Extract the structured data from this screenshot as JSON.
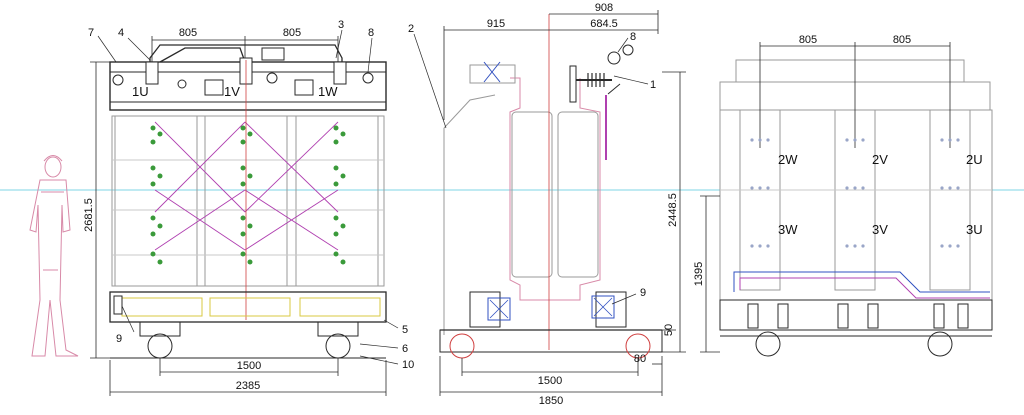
{
  "front_view": {
    "dims": {
      "top_span_left": "805",
      "top_span_right": "805",
      "height": "2681.5",
      "wheel_base": "1500",
      "overall_width": "2385"
    },
    "callouts": [
      "7",
      "4",
      "3",
      "8",
      "9",
      "5",
      "6",
      "10"
    ],
    "terminals": [
      "1U",
      "1V",
      "1W"
    ]
  },
  "side_view": {
    "dims": {
      "top_left": "915",
      "top_overall": "908",
      "top_right": "684.5",
      "height": "2448.5",
      "base_offset": "50",
      "wheel_offset": "80",
      "wheel_base": "1500",
      "overall_length": "1850"
    },
    "callouts": [
      "2",
      "8",
      "1",
      "9"
    ]
  },
  "rear_view": {
    "dims": {
      "top_span_left": "805",
      "top_span_right": "805",
      "height": "1395"
    },
    "windings_top": [
      "2W",
      "2V",
      "2U"
    ],
    "windings_bottom": [
      "3W",
      "3V",
      "3U"
    ]
  },
  "colors": {
    "line": "#2a2a2a",
    "light_line": "#9a9a9a",
    "horizon": "#7fd6e6",
    "magenta": "#b040b0",
    "red": "#d04040",
    "green": "#3a9a3a",
    "blue": "#3050c0",
    "yellow": "#d8c840"
  }
}
